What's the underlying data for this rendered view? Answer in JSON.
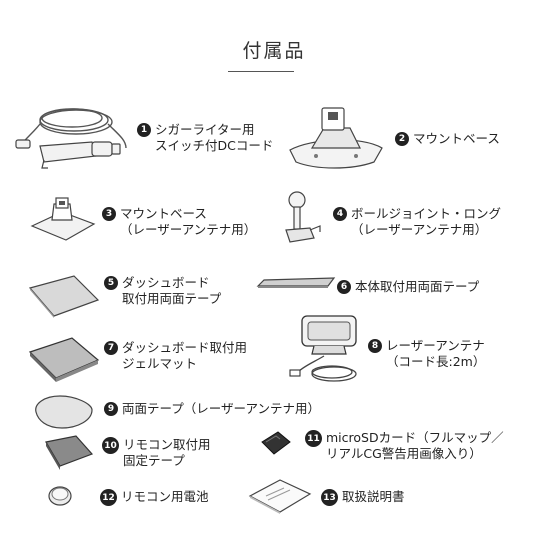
{
  "title": "付属品",
  "items": [
    {
      "num": "1",
      "lines": [
        "シガーライター用",
        "スイッチ付DCコード"
      ]
    },
    {
      "num": "2",
      "lines": [
        "マウントベース"
      ]
    },
    {
      "num": "3",
      "lines": [
        "マウントベース",
        "（レーザーアンテナ用）"
      ]
    },
    {
      "num": "4",
      "lines": [
        "ボールジョイント・ロング",
        "（レーザーアンテナ用）"
      ]
    },
    {
      "num": "5",
      "lines": [
        "ダッシュボード",
        "取付用両面テープ"
      ]
    },
    {
      "num": "6",
      "lines": [
        "本体取付用両面テープ"
      ]
    },
    {
      "num": "7",
      "lines": [
        "ダッシュボード取付用",
        "ジェルマット"
      ]
    },
    {
      "num": "8",
      "lines": [
        "レーザーアンテナ",
        "（コード長:2m）"
      ]
    },
    {
      "num": "9",
      "lines": [
        "両面テープ（レーザーアンテナ用）"
      ]
    },
    {
      "num": "10",
      "lines": [
        "リモコン取付用",
        "固定テープ"
      ]
    },
    {
      "num": "11",
      "lines": [
        "microSDカード（フルマップ／",
        "リアルCG警告用画像入り）"
      ]
    },
    {
      "num": "12",
      "lines": [
        "リモコン用電池"
      ]
    },
    {
      "num": "13",
      "lines": [
        "取扱説明書"
      ]
    }
  ]
}
